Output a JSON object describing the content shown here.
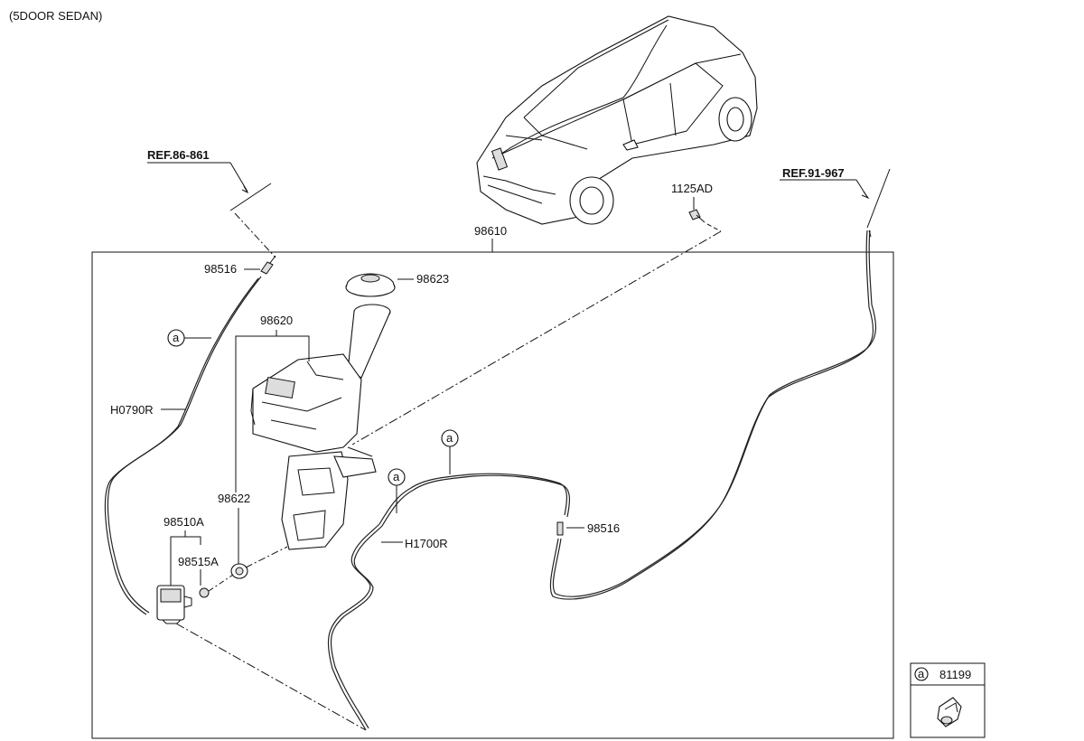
{
  "variant": "(5DOOR SEDAN)",
  "references": {
    "ref_left": "REF.86-861",
    "ref_right": "REF.91-967"
  },
  "parts": {
    "assembly": "98610",
    "bolt": "1125AD",
    "cap": "98623",
    "reservoir": "98620",
    "grommet": "98622",
    "pump": "98510A",
    "filter": "98515A",
    "connector_left": "98516",
    "connector_right": "98516",
    "hose_left": "H0790R",
    "hose_right": "H1700R"
  },
  "callouts": {
    "a1": "a",
    "a2": "a",
    "a3": "a"
  },
  "legend": {
    "marker": "a",
    "part_no": "81199"
  }
}
